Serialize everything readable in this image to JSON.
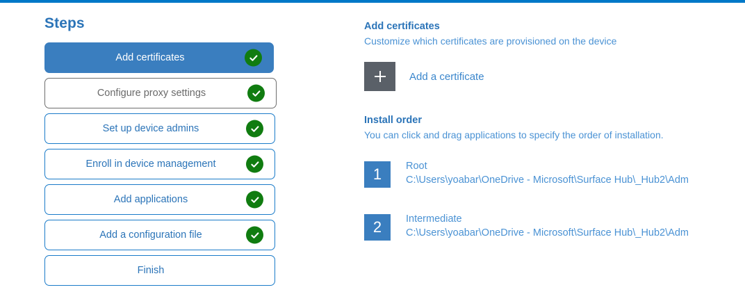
{
  "theme": {
    "accent_bar": "#0078c8",
    "link_blue": "#3a7ebf",
    "text_blue": "#4a92d4",
    "heading_blue": "#2b74b8",
    "check_green": "#107c10",
    "muted_gray": "#6a6a6a",
    "plus_box_gray": "#5a6068"
  },
  "steps": {
    "title": "Steps",
    "items": [
      {
        "label": "Add certificates",
        "state": "selected",
        "completed": true
      },
      {
        "label": "Configure proxy settings",
        "state": "muted",
        "completed": true
      },
      {
        "label": "Set up device admins",
        "state": "normal",
        "completed": true
      },
      {
        "label": "Enroll in device management",
        "state": "normal",
        "completed": true
      },
      {
        "label": "Add applications",
        "state": "normal",
        "completed": true
      },
      {
        "label": "Add a configuration file",
        "state": "normal",
        "completed": true
      },
      {
        "label": "Finish",
        "state": "normal",
        "completed": false
      }
    ]
  },
  "detail": {
    "certificates": {
      "heading": "Add certificates",
      "subtitle": "Customize which certificates are provisioned on the device",
      "add_button_label": "Add a certificate",
      "add_button_icon": "plus-icon"
    },
    "install_order": {
      "heading": "Install order",
      "subtitle": "You can click and drag applications to specify the order of installation.",
      "items": [
        {
          "number": "1",
          "name": "Root",
          "path": "C:\\Users\\yoabar\\OneDrive - Microsoft\\Surface Hub\\_Hub2\\Adm"
        },
        {
          "number": "2",
          "name": "Intermediate",
          "path": "C:\\Users\\yoabar\\OneDrive - Microsoft\\Surface Hub\\_Hub2\\Adm"
        }
      ]
    }
  }
}
